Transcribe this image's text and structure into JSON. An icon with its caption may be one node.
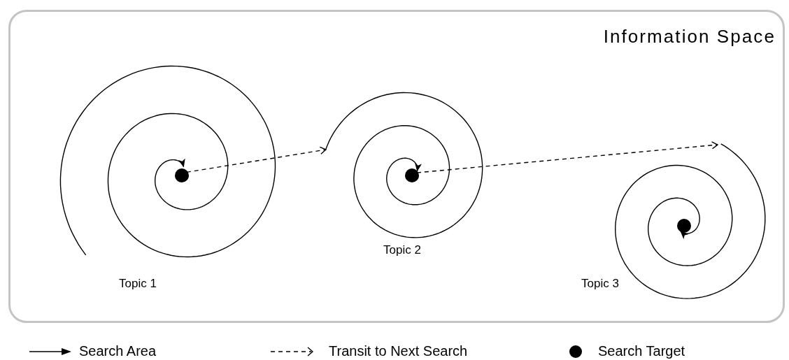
{
  "diagram": {
    "nodes": [
      {
        "text": [
          "Information Space"
        ]
      },
      {
        "text": [],
        "shape": "circle",
        "in": 0
      },
      {
        "text": [],
        "shape": "circle",
        "in": 0
      },
      {
        "text": [],
        "shape": "circle",
        "in": 0
      }
    ],
    "edges": [
      {
        "from": null,
        "to": 1,
        "arrow": "to"
      },
      {
        "from": 1,
        "to": null,
        "arrow": "to",
        "style": "dashed"
      },
      {
        "from": null,
        "to": 2,
        "arrow": "to"
      },
      {
        "from": 2,
        "to": null,
        "arrow": "to",
        "style": "dashed"
      },
      {
        "from": null,
        "to": 3,
        "arrow": "to"
      }
    ],
    "labels": [
      "Topic 1",
      "Topic 2",
      "Topic 3"
    ],
    "legend": [
      {
        "text": "Search Area"
      },
      {
        "text": "Transit to Next Search"
      },
      {
        "text": "Search Target"
      }
    ]
  }
}
